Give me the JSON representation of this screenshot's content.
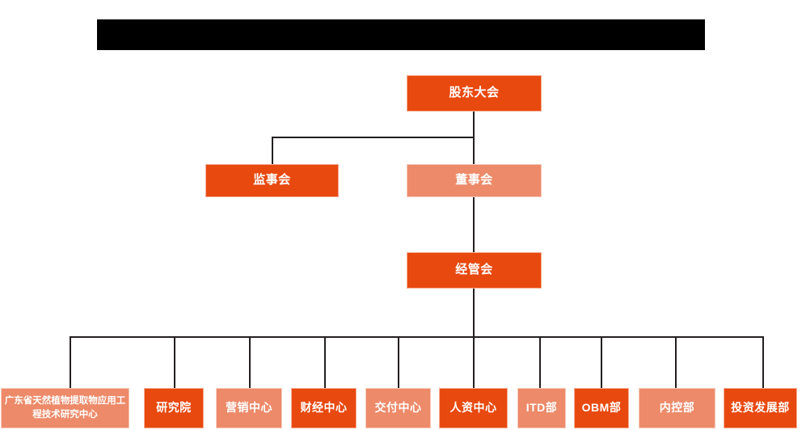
{
  "title_bar": {
    "label": "",
    "redacted": true,
    "color": "#000000"
  },
  "palette": {
    "dark_orange": "#E8490F",
    "light_orange": "#ED8A69",
    "line": "#231F20",
    "background": "#FFFFFF",
    "text": "#FFFFFF"
  },
  "chart": {
    "type": "org-chart",
    "tier1": {
      "label": "股东大会",
      "tone": "dark"
    },
    "tier2": [
      {
        "label": "监事会",
        "tone": "dark"
      },
      {
        "label": "董事会",
        "tone": "light"
      }
    ],
    "tier3": {
      "label": "经管会",
      "tone": "dark"
    },
    "departments": [
      {
        "label": "广东省天然植物提取物应用工程技术研究中心",
        "tone": "light",
        "multiline": true
      },
      {
        "label": "研究院",
        "tone": "dark",
        "multiline": false
      },
      {
        "label": "营销中心",
        "tone": "light",
        "multiline": false
      },
      {
        "label": "财经中心",
        "tone": "dark",
        "multiline": false
      },
      {
        "label": "交付中心",
        "tone": "light",
        "multiline": false
      },
      {
        "label": "人资中心",
        "tone": "dark",
        "multiline": false
      },
      {
        "label": "ITD部",
        "tone": "light",
        "multiline": false
      },
      {
        "label": "OBM部",
        "tone": "dark",
        "multiline": false
      },
      {
        "label": "内控部",
        "tone": "light",
        "multiline": false
      },
      {
        "label": "投资发展部",
        "tone": "dark",
        "multiline": false
      }
    ]
  }
}
